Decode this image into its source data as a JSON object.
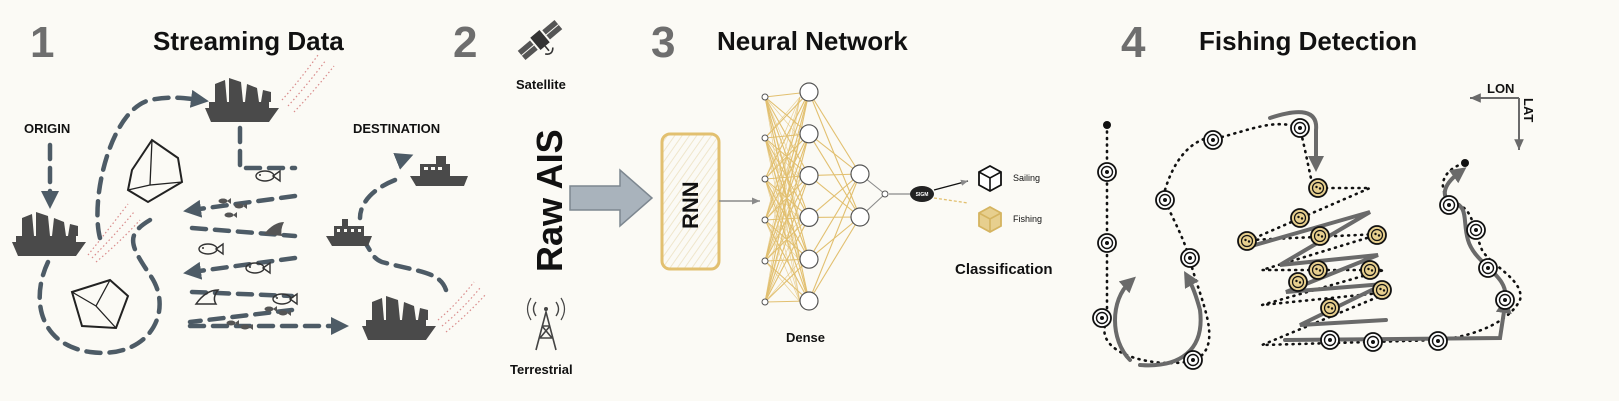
{
  "steps": [
    {
      "number": "1",
      "title": "Streaming Data"
    },
    {
      "number": "2",
      "title": ""
    },
    {
      "number": "3",
      "title": "Neural Network"
    },
    {
      "number": "4",
      "title": "Fishing Detection"
    }
  ],
  "streaming": {
    "origin_label": "ORIGIN",
    "destination_label": "DESTINATION"
  },
  "sources": {
    "satellite_label": "Satellite",
    "raw_label": "Raw AIS",
    "terrestrial_label": "Terrestrial"
  },
  "network": {
    "rnn_label": "RNN",
    "dense_label": "Dense",
    "sigm_label": "SIGM",
    "output_classes": [
      "Sailing",
      "Fishing"
    ],
    "classification_label": "Classification",
    "layers": [
      {
        "kind": "input-dots",
        "count": 6
      },
      {
        "kind": "dense",
        "count": 6
      },
      {
        "kind": "dense",
        "count": 2
      },
      {
        "kind": "output-dot",
        "count": 1
      }
    ]
  },
  "detection": {
    "lon_label": "LON",
    "lat_label": "LAT"
  },
  "colors": {
    "background": "#fbfaf5",
    "step_number": "#6e6e6e",
    "route": "#4d5b66",
    "network_gold": "#e2c070",
    "fishing_fill": "#e7cf8e",
    "arrow_fill": "#a9b3bc"
  },
  "icons": [
    "ship-icon",
    "iceberg-icon",
    "fish-icon",
    "shark-fin-icon",
    "cargo-ship-icon",
    "satellite-icon",
    "antenna-tower-icon",
    "cube-icon"
  ]
}
